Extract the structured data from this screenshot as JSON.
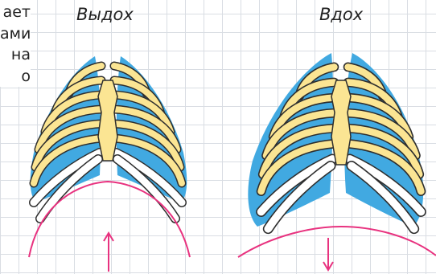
{
  "side_text": {
    "lines": [
      "ает",
      "ами",
      "на",
      "о"
    ]
  },
  "labels": {
    "exhale": "Выдох",
    "inhale": "Вдох"
  },
  "colors": {
    "lung": "#41a9e1",
    "bone": "#fbe593",
    "bone_outline": "#2e2e2e",
    "diaphragm_arrow": "#e8327f",
    "grid": "#d9dde3"
  }
}
